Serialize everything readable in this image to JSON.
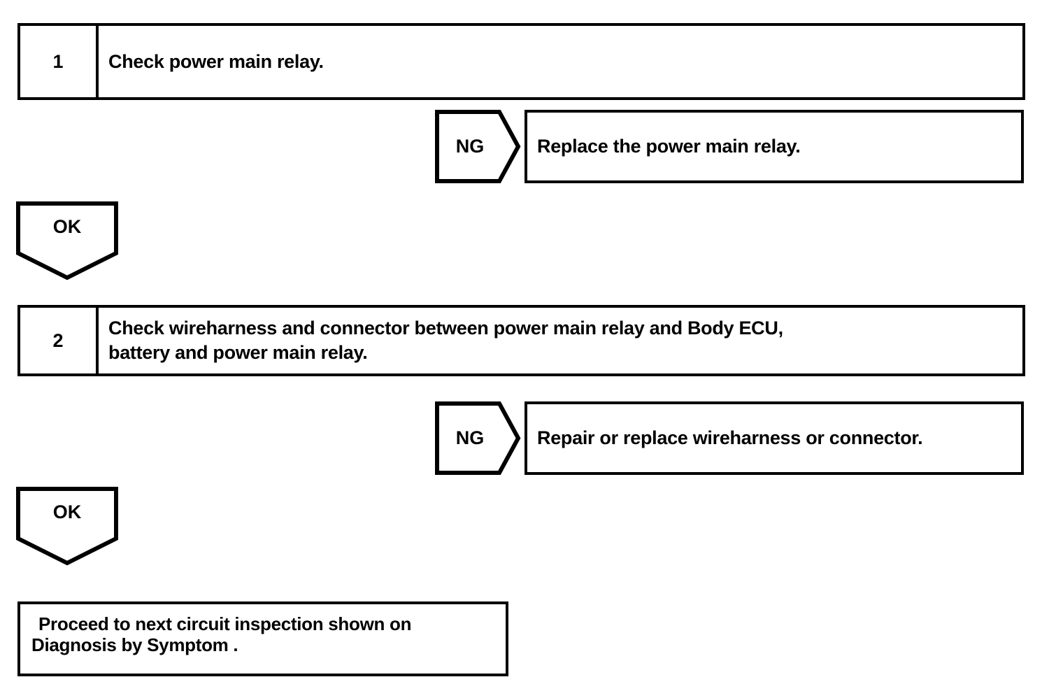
{
  "diagram": {
    "type": "troubleshooting-flowchart",
    "steps": [
      {
        "number": "1",
        "text": "Check power main relay.",
        "ng": {
          "label": "NG",
          "action": "Replace the power main relay."
        },
        "ok": {
          "label": "OK"
        }
      },
      {
        "number": "2",
        "text": "Check wireharness and connector between power main relay and Body ECU,\nbattery and power main relay.",
        "ng": {
          "label": "NG",
          "action": "Repair or replace wireharness or connector."
        },
        "ok": {
          "label": "OK"
        }
      }
    ],
    "terminal": {
      "line1": "Proceed to next circuit inspection shown on",
      "line2": "Diagnosis by Symptom ."
    },
    "colors": {
      "stroke": "#000000",
      "fill": "#ffffff"
    }
  }
}
